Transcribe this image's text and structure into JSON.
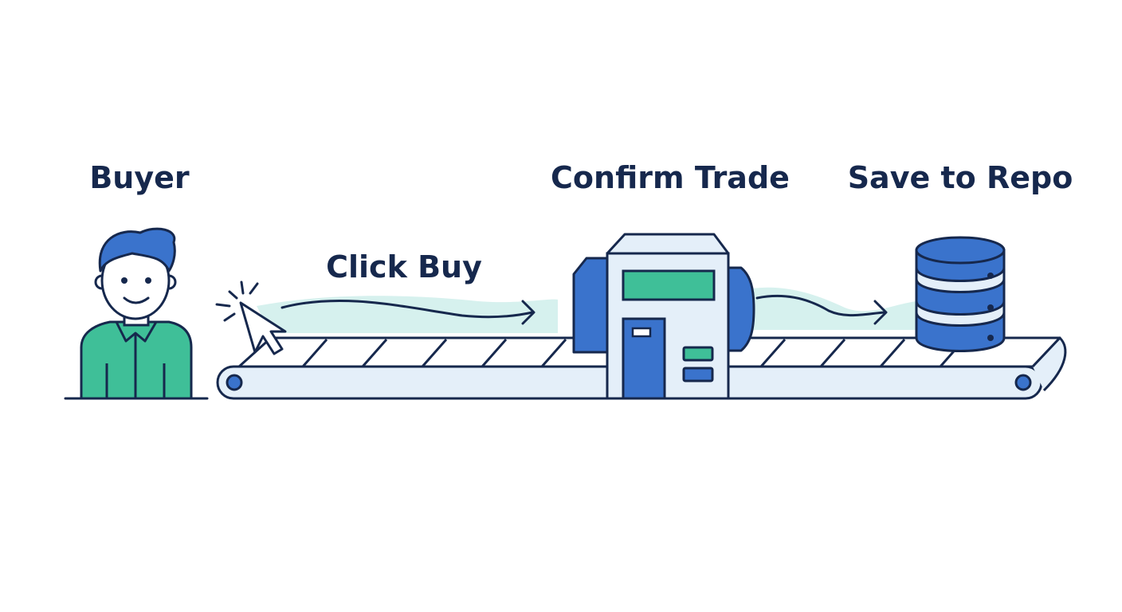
{
  "diagram": {
    "labels": {
      "buyer": "Buyer",
      "click_buy": "Click Buy",
      "confirm_trade": "Confirm Trade",
      "save_to_repo": "Save to Repo"
    },
    "icons": {
      "buyer": "person-icon",
      "cursor": "mouse-cursor-icon",
      "machine": "trade-machine-icon",
      "database": "database-icon",
      "belt": "conveyor-belt"
    },
    "colors": {
      "outline": "#16284d",
      "primary_blue": "#3a73cc",
      "teal": "#3fbf98",
      "light_blue": "#e4eff9",
      "mint_wave": "#d6f1ee",
      "label_text": "#16284d"
    }
  }
}
